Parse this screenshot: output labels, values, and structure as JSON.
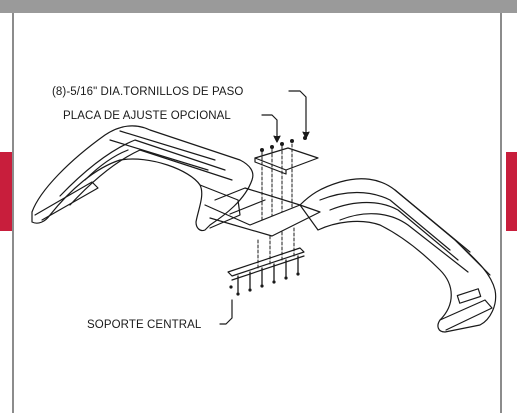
{
  "labels": {
    "bolts": "(8)-5/16\" DIA.TORNILLOS DE PASO",
    "plate": "PLACA DE AJUSTE OPCIONAL",
    "support": "SOPORTE CENTRAL"
  },
  "colors": {
    "top_bar": "#9a9a9a",
    "frame_border": "#8c8c8c",
    "side_tab_accent": "#c81e3c",
    "line_art": "#1a1a1a"
  }
}
